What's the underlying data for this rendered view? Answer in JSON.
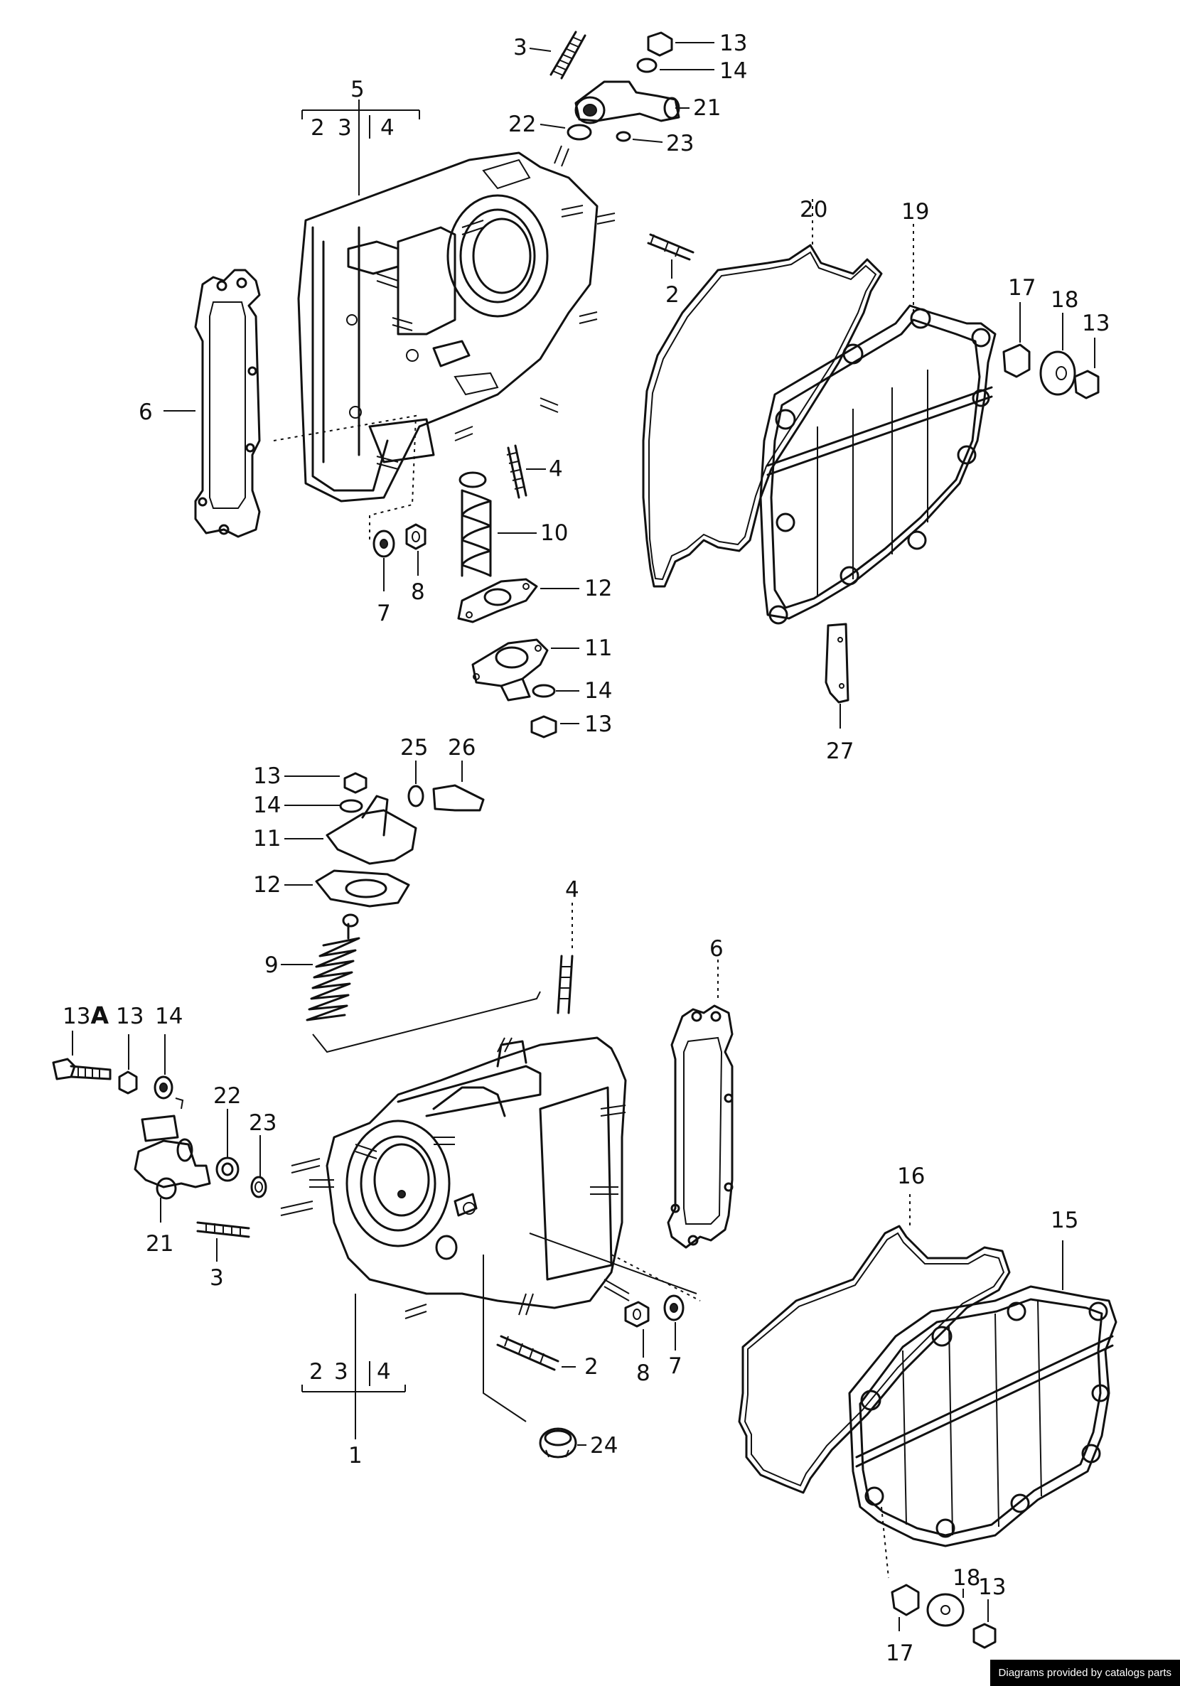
{
  "labels": {
    "top": {
      "l5": "5",
      "l2a": "2",
      "l3a": "3",
      "l4a": "4",
      "l3": "3",
      "l13a": "13",
      "l14a": "14",
      "l21": "21",
      "l22": "22",
      "l23": "23",
      "l2": "2",
      "l20": "20",
      "l19": "19",
      "l17": "17",
      "l18": "18",
      "l13b": "13",
      "l6": "6",
      "l4": "4",
      "l10": "10",
      "l7": "7",
      "l8": "8",
      "l12": "12",
      "l11": "11",
      "l14b": "14",
      "l13c": "13",
      "l27": "27"
    },
    "bottom": {
      "l13d": "13",
      "l14c": "14",
      "l11": "11",
      "l12": "12",
      "l25": "25",
      "l26": "26",
      "l9": "9",
      "l4": "4",
      "l6": "6",
      "l13A": "13",
      "l13Aa": "A",
      "l13e": "13",
      "l14d": "14",
      "l22": "22",
      "l23": "23",
      "l21": "21",
      "l3": "3",
      "l16": "16",
      "l15": "15",
      "l2": "2",
      "l8": "8",
      "l7": "7",
      "l2b": "2",
      "l3b": "3",
      "l4b": "4",
      "l1": "1",
      "l24": "24",
      "l17": "17",
      "l18": "18",
      "l13f": "13"
    }
  },
  "credit": "Diagrams provided by catalogs parts"
}
